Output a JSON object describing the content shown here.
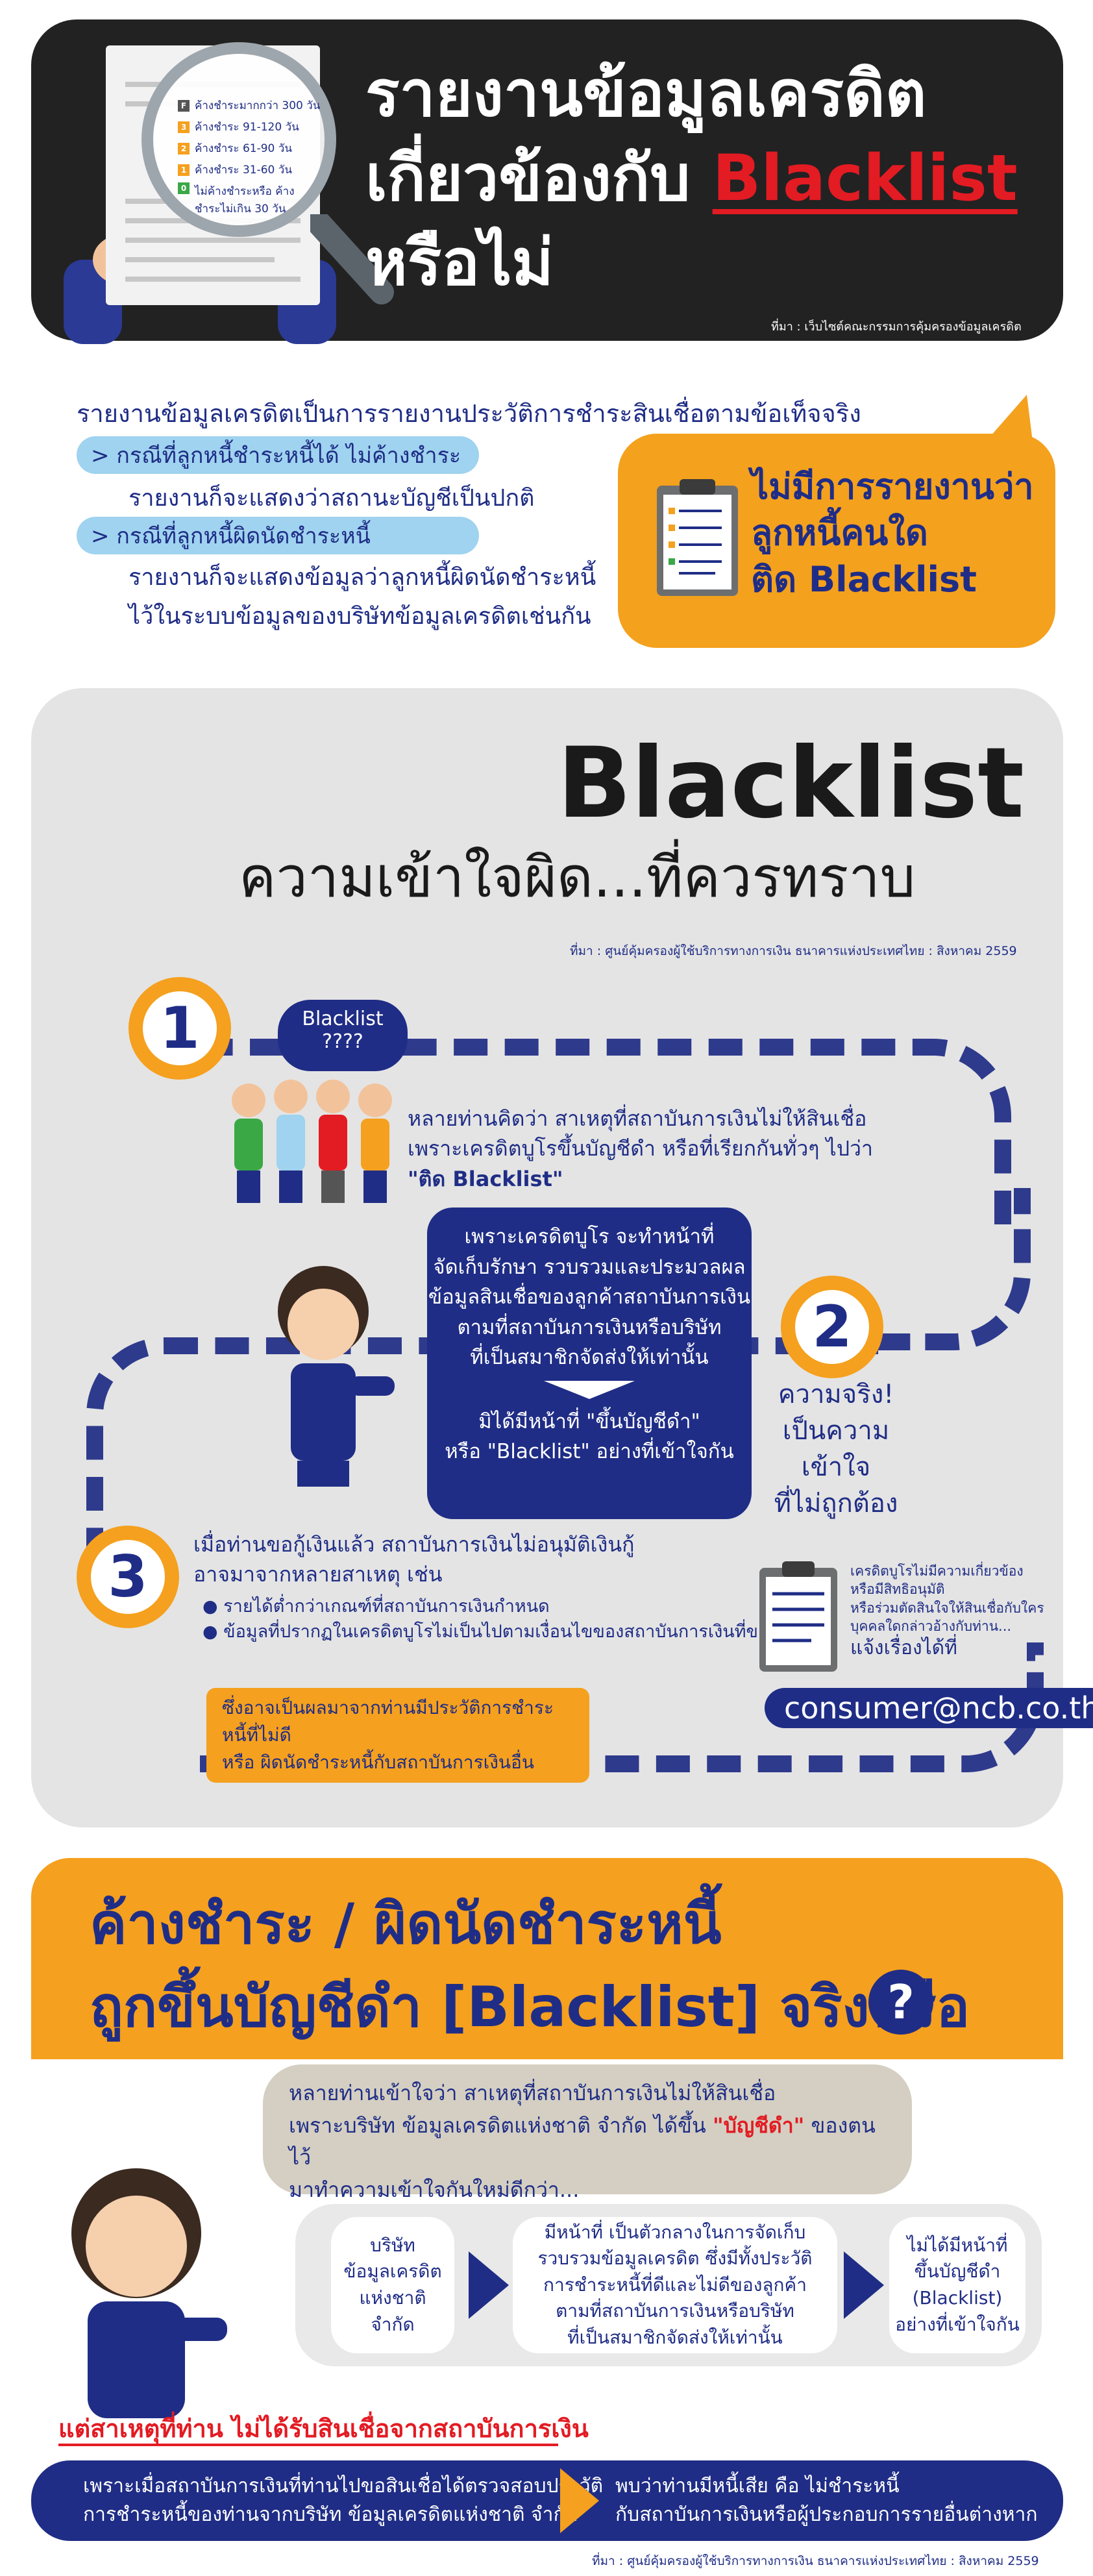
{
  "header": {
    "title_line1": "รายงานข้อมูลเครดิต",
    "title_line2": "เกี่ยวข้องกับ",
    "title_highlight": "Blacklist",
    "title_line3": "หรือไม่",
    "source": "ที่มา : เว็บไซต์คณะกรรมการคุ้มครองข้อมูลเครดิต",
    "lens_items": [
      {
        "tag": "F",
        "text": "ค้างชำระมากกว่า 300 วัน",
        "color": "#555555"
      },
      {
        "tag": "3",
        "text": "ค้างชำระ 91-120 วัน",
        "color": "#f5a01e"
      },
      {
        "tag": "2",
        "text": "ค้างชำระ 61-90 วัน",
        "color": "#f5a01e"
      },
      {
        "tag": "1",
        "text": "ค้างชำระ 31-60 วัน",
        "color": "#f5a01e"
      },
      {
        "tag": "0",
        "text": "ไม่ค้างชำระหรือ ค้างชำระไม่เกิน 30 วัน",
        "color": "#3aa845"
      }
    ]
  },
  "intro": {
    "heading": "รายงานข้อมูลเครดิตเป็นการรายงานประวัติการชำระสินเชื่อตามข้อเท็จจริง",
    "case1_label": "> กรณีที่ลูกหนี้ชำระหนี้ได้ ไม่ค้างชำระ",
    "case1_text": "รายงานก็จะแสดงว่าสถานะบัญชีเป็นปกติ",
    "case2_label": "> กรณีที่ลูกหนี้ผิดนัดชำระหนี้",
    "case2_text1": "รายงานก็จะแสดงข้อมูลว่าลูกหนี้ผิดนัดชำระหนี้",
    "case2_text2": "ไว้ในระบบข้อมูลของบริษัทข้อมูลเครดิตเช่นกัน",
    "callout_line1": "ไม่มีการรายงานว่า",
    "callout_line2": "ลูกหนี้คนใด",
    "callout_line3": "ติด Blacklist"
  },
  "myth": {
    "title": "Blacklist",
    "subtitle": "ความเข้าใจผิด...ที่ควรทราบ",
    "source": "ที่มา : ศูนย์คุ้มครองผู้ใช้บริการทางการเงิน ธนาคารแห่งประเทศไทย : สิงหาคม 2559",
    "step1_num": "1",
    "cloud_line1": "Blacklist",
    "cloud_line2": "????",
    "step1_l1": "หลายท่านคิดว่า สาเหตุที่สถาบันการเงินไม่ให้สินเชื่อ",
    "step1_l2": "เพราะเครดิตบูโรขึ้นบัญชีดำ หรือที่เรียกกันทั่วๆ ไปว่า",
    "step1_l3": "\"ติด Blacklist\"",
    "box_l1": "เพราะเครดิตบูโร จะทำหน้าที่",
    "box_l2": "จัดเก็บรักษา รวบรวมและประมวลผล",
    "box_l3": "ข้อมูลสินเชื่อของลูกค้าสถาบันการเงิน",
    "box_l4": "ตามที่สถาบันการเงินหรือบริษัท",
    "box_l5": "ที่เป็นสมาชิกจัดส่งให้เท่านั้น",
    "box_l6": "มิได้มีหน้าที่ \"ขึ้นบัญชีดำ\"",
    "box_l7": "หรือ \"Blacklist\" อย่างที่เข้าใจกัน",
    "step2_num": "2",
    "step2_l1": "ความจริง!",
    "step2_l2": "เป็นความเข้าใจ",
    "step2_l3": "ที่ไม่ถูกต้อง",
    "step3_num": "3",
    "step3_l1": "เมื่อท่านขอกู้เงินแล้ว สถาบันการเงินไม่อนุมัติเงินกู้",
    "step3_l2": "อาจมาจากหลายสาเหตุ เช่น",
    "bullet1": "รายได้ต่ำกว่าเกณฑ์ที่สถาบันการเงินกำหนด",
    "bullet2": "ข้อมูลที่ปรากฏในเครดิตบูโรไม่เป็นไปตามเงื่อนไขของสถาบันการเงินที่ขอกู้",
    "orange_l1": "ซึ่งอาจเป็นผลมาจากท่านมีประวัติการชำระหนี้ที่ไม่ดี",
    "orange_l2": "หรือ ผิดนัดชำระหนี้กับสถาบันการเงินอื่น",
    "contact_l1": "เครดิตบูโรไม่มีความเกี่ยวข้อง",
    "contact_l2": "หรือมีสิทธิอนุมัติ",
    "contact_l3": "หรือร่วมตัดสินใจให้สินเชื่อกับใคร",
    "contact_l4": "บุคคลใดกล่าวอ้างกับท่าน...",
    "contact_l5": "แจ้งเรื่องได้ที่",
    "email": "consumer@ncb.co.th"
  },
  "section3": {
    "line1": "ค้างชำระ / ผิดนัดชำระหนี้",
    "line2": "ถูกขึ้นบัญชีดำ [Blacklist] จริงหรือ",
    "q_mark": "?",
    "bubble_l1": "หลายท่านเข้าใจว่า สาเหตุที่สถาบันการเงินไม่ให้สินเชื่อ",
    "bubble_l2a": "เพราะบริษัท ข้อมูลเครดิตแห่งชาติ จำกัด ได้ขึ้น",
    "bubble_l2b": "\"บัญชีดำ\"",
    "bubble_l2c": "ของตนไว้",
    "bubble_l3": "มาทำความเข้าใจกันใหม่ดีกว่า...",
    "box1": [
      "บริษัท",
      "ข้อมูลเครดิต",
      "แห่งชาติ",
      "จำกัด"
    ],
    "box2": [
      "มีหน้าที่ เป็นตัวกลางในการจัดเก็บ",
      "รวบรวมข้อมูลเครดิต ซึ่งมีทั้งประวัติ",
      "การชำระหนี้ที่ดีและไม่ดีของลูกค้า",
      "ตามที่สถาบันการเงินหรือบริษัท",
      "ที่เป็นสมาชิกจัดส่งให้เท่านั้น"
    ],
    "box3": [
      "ไม่ได้มีหน้าที่",
      "ขึ้นบัญชีดำ",
      "(Blacklist)",
      "อย่างที่เข้าใจกัน"
    ],
    "cause_heading": "แต่สาเหตุที่ท่าน ไม่ได้รับสินเชื่อจากสถาบันการเงิน",
    "bottom_left_l1": "เพราะเมื่อสถาบันการเงินที่ท่านไปขอสินเชื่อได้ตรวจสอบประวัติ",
    "bottom_left_l2": "การชำระหนี้ของท่านจากบริษัท ข้อมูลเครดิตแห่งชาติ จำกัด",
    "bottom_right_l1": "พบว่าท่านมีหนี้เสีย คือ ไม่ชำระหนี้",
    "bottom_right_l2": "กับสถาบันการเงินหรือผู้ประกอบการรายอื่นต่างหาก",
    "source": "ที่มา : ศูนย์คุ้มครองผู้ใช้บริการทางการเงิน ธนาคารแห่งประเทศไทย : สิงหาคม 2559"
  },
  "colors": {
    "navy": "#1f2d86",
    "orange": "#f5a01e",
    "red": "#e31b23",
    "light_blue": "#9fd3ef",
    "grey": "#e4e4e4"
  }
}
